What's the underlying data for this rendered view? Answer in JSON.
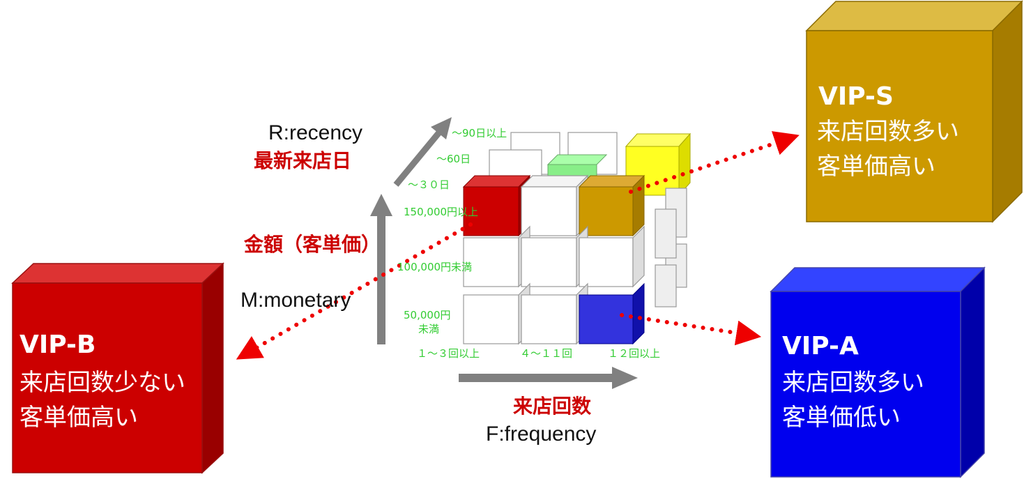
{
  "vip_s": {
    "title": "VIP-S",
    "line1": "来店回数多い",
    "line2": "客単価高い",
    "color": "#cc9900"
  },
  "vip_a": {
    "title": "VIP-A",
    "line1": "来店回数多い",
    "line2": "客単価低い",
    "color": "#0000ee"
  },
  "vip_b": {
    "title": "VIP-B",
    "line1": "来店回数少ない",
    "line2": "客単価高い",
    "color": "#cc0000"
  },
  "recency": {
    "en": "R:recency",
    "jp": "最新来店日",
    "ticks": [
      "～90日以上",
      "～60日",
      "～３０日"
    ]
  },
  "monetary": {
    "en": "M:monetary",
    "jp": "金額（客単価）",
    "ticks": [
      "150,000円以上",
      "100,000円未満",
      "50,000円",
      "未満"
    ]
  },
  "frequency": {
    "en": "F:frequency",
    "jp": "来店回数",
    "ticks": [
      "１～３回以上",
      "４～１１回",
      "１２回以上"
    ]
  },
  "colors": {
    "label_red": "#cc0000",
    "tick_green": "#33cc33",
    "arrow_gray": "#808080",
    "dot_red": "#ee0000",
    "highlight_green": "#88ee88",
    "highlight_yellow": "#ffff22",
    "highlight_blue": "#3333dd"
  }
}
